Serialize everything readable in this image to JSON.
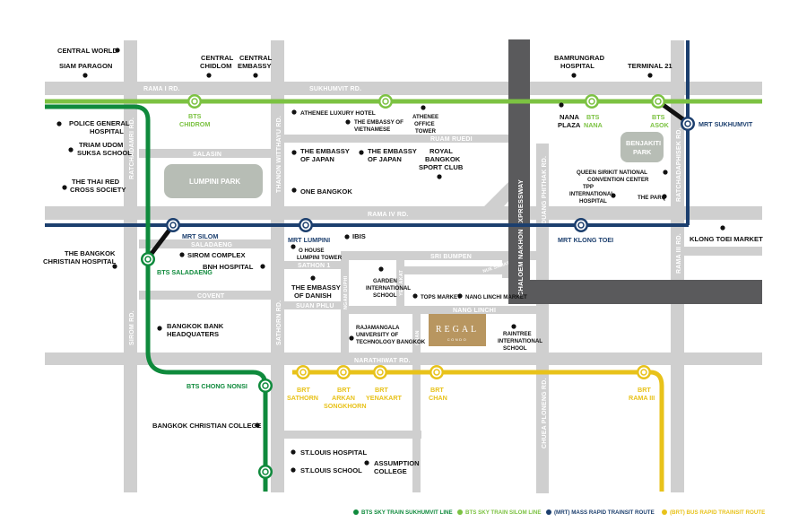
{
  "roads": {
    "rama1": "RAMA I RD.",
    "sukhumvit": "SUKHUMVIT RD.",
    "ratchadamri": "RATCHADAMRI RD.",
    "thanon_witthayu": "THANON WITTHAYU RD.",
    "rama4": "RAMA IV RD.",
    "salasin": "SALASIN",
    "saladaeng": "SALADAENG",
    "sathon1": "SATHON 1",
    "covent": "COVENT",
    "suan_phlu": "SUAN PHLU",
    "sathorn": "SATHORN RD.",
    "sirom": "SIROM RD.",
    "narathiwat": "NARATHIWAT RD.",
    "ruam_ruedi": "RUAM RUEDI",
    "sri_bumpen": "SRI BUMPEN",
    "nang_linchi": "NANG LINCHI",
    "ngam_duphi": "NGAM DUPHI",
    "yen_akat": "YEN AKAT",
    "nue_samat": "NUE SAMAT",
    "chan": "CHAN",
    "chaloem": "CHALOEM NAKHON EXPRESSWAY",
    "duang_phithak": "DUANG PHITHAK RD.",
    "ratchadaphisek": "RATCHADAPHISEK RD.",
    "rama3": "RAMA III RD.",
    "chuea_phloeng": "CHUEA PLONENG RD."
  },
  "parks": {
    "lumpini": "LUMPINI PARK",
    "benjakiti_1": "BENJAKITI",
    "benjakiti_2": "PARK"
  },
  "places": {
    "central_world": "CENTRAL WORLD",
    "siam_paragon": "SIAM PARAGON",
    "central_chidlom_1": "CENTRAL",
    "central_chidlom_2": "CHIDLOM",
    "central_embassy_1": "CENTRAL",
    "central_embassy_2": "EMBASSY",
    "bamrungrad_1": "BAMRUNGRAD",
    "bamrungrad_2": "HOSPITAL",
    "terminal21": "TERMINAL 21",
    "police_1": "POLICE GENERAL",
    "police_2": "HOSPITAL",
    "triam_1": "TRIAM UDOM",
    "triam_2": "SUKSA SCHOOL",
    "redcross_1": "THE THAI RED",
    "redcross_2": "CROSS SOCIETY",
    "athenee_hotel": "ATHENEE LUXURY HOTEL",
    "viet_1": "THE EMBASSY OF",
    "viet_2": "VIETNAMESE",
    "athenee_tower_1": "ATHENEE",
    "athenee_tower_2": "OFFICE",
    "athenee_tower_3": "TOWER",
    "nana_plaza_1": "NANA",
    "nana_plaza_2": "PLAZA",
    "japan1_1": "THE EMBASSY",
    "japan1_2": "OF JAPAN",
    "japan2_1": "THE EMBASSY",
    "japan2_2": "OF JAPAN",
    "rbsc_1": "ROYAL",
    "rbsc_2": "BANGKOK",
    "rbsc_3": "SPORT CLUB",
    "one_bangkok": "ONE BANGKOK",
    "qsncc_1": "QUEEN SIRIKIT NATIONAL",
    "qsncc_2": "CONVENTION CENTER",
    "tpp_1": "TPP",
    "tpp_2": "INTERNATIONAL",
    "tpp_3": "HOSPITAL",
    "the_parq": "THE PARQ",
    "bch_1": "THE BANGKOK",
    "bch_2": "CHRISTIAN HOSPITAL",
    "sirom_complex": "SIROM COMPLEX",
    "bnh": "BNH HOSPITAL",
    "ohouse_1": "O HOUSE",
    "ohouse_2": "LUMPINI TOWER",
    "ibis": "IBIS",
    "danish_1": "THE EMBASSY",
    "danish_2": "OF DANISH",
    "garden_1": "GARDEN",
    "garden_2": "INTERNATIONAL",
    "garden_3": "SCHOOL",
    "tops": "TOPS MARKET",
    "nang_linchi_market": "NANG LINCHI MARKET",
    "klong_toei_market": "KLONG TOEI MARKET",
    "bbl_1": "BANGKOK BANK",
    "bbl_2": "HEADQUATERS",
    "raja_1": "RAJAMANGALA",
    "raja_2": "UNIVERSITY OF",
    "raja_3": "TECHNOLOGY BANGKOK",
    "raintree_1": "RAINTREE",
    "raintree_2": "INTERNATIONAL",
    "raintree_3": "SCHOOL",
    "bcc": "BANGKOK CHRISTIAN COLLEGE",
    "stlouis_hosp": "ST.LOUIS HOSPITAL",
    "stlouis_school": "ST.LOUIS SCHOOL",
    "assumption_1": "ASSUMPTION",
    "assumption_2": "COLLEGE"
  },
  "stations": {
    "bts_chidrom_1": "BTS",
    "bts_chidrom_2": "CHIDROM",
    "bts_nana_1": "BTS",
    "bts_nana_2": "NANA",
    "bts_asok_1": "BTS",
    "bts_asok_2": "ASOK",
    "mrt_sukhumvit": "MRT SUKHUMVIT",
    "mrt_silom": "MRT SILOM",
    "bts_saladaeng": "BTS SALADAENG",
    "mrt_lumpini": "MRT LUMPINI",
    "mrt_klong_toei": "MRT KLONG TOEI",
    "bts_chong_nonsi": "BTS CHONG NONSI",
    "brt_sathorn_1": "BRT",
    "brt_sathorn_2": "SATHORN",
    "brt_arkan_1": "BRT",
    "brt_arkan_2": "ARKAN",
    "brt_arkan_3": "SONGKHORN",
    "brt_yenakart_1": "BRT",
    "brt_yenakart_2": "YENAKART",
    "brt_chan_1": "BRT",
    "brt_chan_2": "CHAN",
    "brt_rama3_1": "BRT",
    "brt_rama3_2": "RAMA III"
  },
  "project": {
    "name": "REGAL",
    "sub": "CONDO"
  },
  "legend": [
    {
      "label": "BTS SKY TRAIN SUKHUMVIT LINE",
      "color": "#0f8a3c"
    },
    {
      "label": "BTS SKY TRAIN SILOM LINE",
      "color": "#7cc242"
    },
    {
      "label": "(MRT)  MASS RAPID TRAINSIT ROUTE",
      "color": "#1c3f6e"
    },
    {
      "label": "(BRT)  BUS RAPID TRAINSIT ROUTE",
      "color": "#e8c21a"
    }
  ],
  "colors": {
    "road": "#cfcfcf",
    "expressway": "#5a5a5c",
    "bts_sukhumvit": "#0f8a3c",
    "bts_silom": "#7cc242",
    "mrt": "#1c3f6e",
    "brt": "#e8c21a",
    "park": "#b7bdb5",
    "project": "#b89660"
  }
}
